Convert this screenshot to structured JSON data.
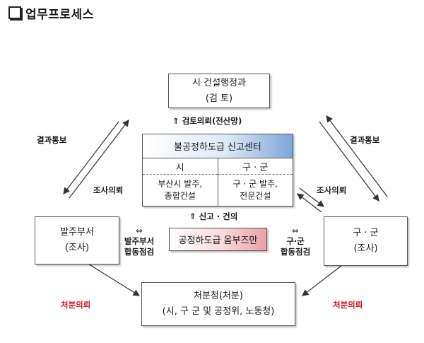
{
  "title": "업무프로세스",
  "nodes": {
    "top": {
      "line1": "시 건설행정과",
      "line2": "(검 토)"
    },
    "left": {
      "line1": "발주부서",
      "line2": "(조사)"
    },
    "right": {
      "line1": "구 · 군",
      "line2": "(조사)"
    },
    "bottom": {
      "line1": "처분청(처분)",
      "line2": "(시, 구 군 및 공정위, 노동청)"
    }
  },
  "center": {
    "header": "불공정하도급 신고센터",
    "col_left_head": "시",
    "col_left_body1": "부산시 발주,",
    "col_left_body2": "종합건설",
    "col_right_head": "구 · 군",
    "col_right_body1": "구 · 군 발주,",
    "col_right_body2": "전문건설"
  },
  "ombudsman": "공정하도급 옴부즈만",
  "labels": {
    "review_request": "⇑ 검토의뢰(전산망)",
    "report": "⇑ 신고 · 건의",
    "result_left": "결과통보",
    "result_right": "결과통보",
    "investigate_left": "조사의뢰",
    "investigate_right": "조사의뢰",
    "joint_left_arrow": "⇔",
    "joint_left_1": "발주부서",
    "joint_left_2": "합동점검",
    "joint_right_arrow": "⇔",
    "joint_right_1": "구·군",
    "joint_right_2": "합동점검",
    "disposition_left": "처분의뢰",
    "disposition_right": "처분의뢰"
  },
  "colors": {
    "header_gradient_end": "#7ea5d9",
    "ombudsman_gradient_end": "#eaa1a8",
    "disposition_label": "#cc1f1f"
  }
}
